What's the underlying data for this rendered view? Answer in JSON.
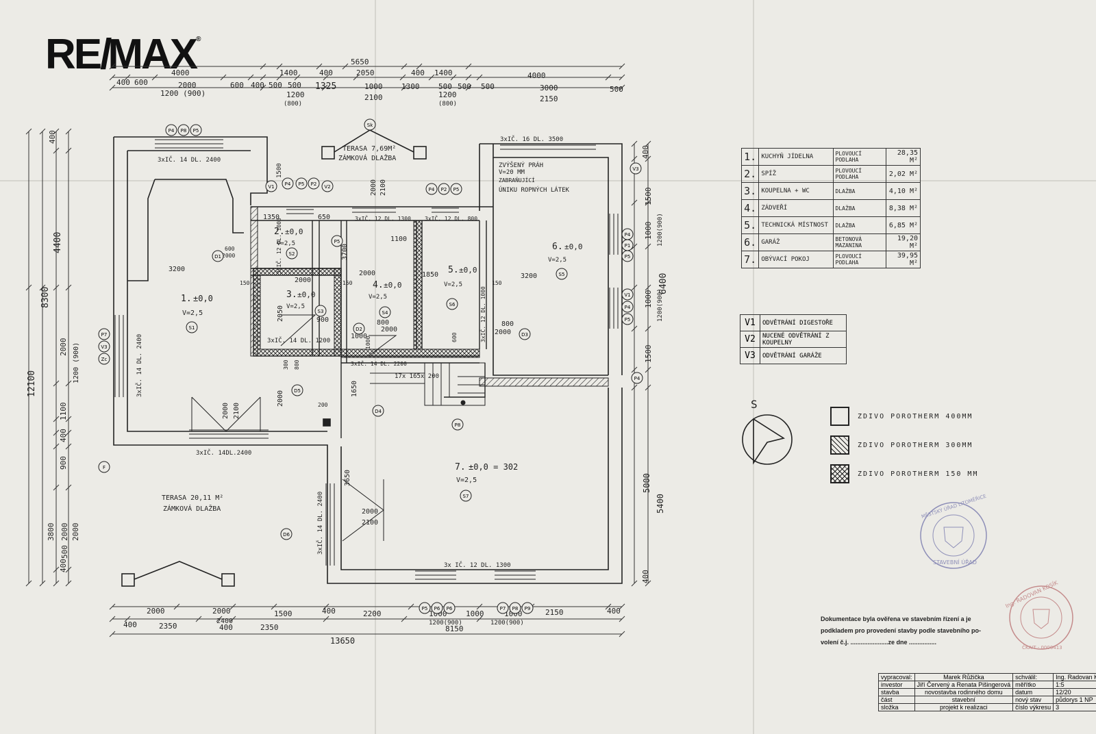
{
  "logo": {
    "text": "RE/MAX"
  },
  "dimensions": {
    "top_total": "5650",
    "top_row1": [
      "4000",
      "1400",
      "400",
      "2050",
      "400",
      "1400",
      "4000"
    ],
    "top_row2": [
      "400",
      "600",
      "2000",
      "600",
      "400",
      "500",
      "500",
      "1325",
      "1000",
      "1300",
      "500",
      "500",
      "500",
      "3000",
      "500"
    ],
    "top_row3": [
      "1200 (900)",
      "1200",
      "2100",
      "1200",
      "2150"
    ],
    "top_row4": [
      "(800)",
      "(800)"
    ],
    "bottom_row1": [
      "2000",
      "2000",
      "1500",
      "400",
      "2200",
      "1000",
      "1000",
      "1000",
      "2150",
      "400"
    ],
    "bottom_row2": [
      "400",
      "2350",
      "2400",
      "400",
      "2350",
      "1200(900)",
      "8150",
      "1200(900)"
    ],
    "bottom_total": "13650",
    "left": [
      "400",
      "4400",
      "8300",
      "12100",
      "2000",
      "1200 (900)",
      "1100",
      "400",
      "900",
      "3800",
      "2000",
      "2000",
      "400",
      "500"
    ],
    "right": [
      "400",
      "1500",
      "1000",
      "1200(900)",
      "6400",
      "1000",
      "1200(900)",
      "1500",
      "5000",
      "5400",
      "400"
    ]
  },
  "plan_labels": {
    "terrace_top": "TERASA 7,69M²",
    "terrace_top_sub": "ZÁMKOVÁ DLAŽBA",
    "terrace_left": "TERASA 20,11 M²",
    "terrace_left_sub": "ZÁMKOVÁ DLAŽBA",
    "raised_floor": [
      "ZVÝŠENÝ PRÁH",
      "V=20 MM",
      "ZABRAŇUJÍCÍ",
      "ÚNIKU ROPNÝCH LÁTEK"
    ],
    "windows": [
      "3xIČ. 14 DL. 2400",
      "3xIČ. 16 DL. 3500",
      "3xIČ. 12 DL. 1300",
      "3xIČ. 12 DL. 800",
      "3xIČ. 14 DL. 1200",
      "3xIČ. 14 DL. 2400",
      "3xIČ. 14DL.2400",
      "3x IČ. 12 DL. 1300",
      "3xIČ. 14 DL. 2400",
      "3xIČ. 14 DL. 2200",
      "3xIČ. 12 DL. 1000",
      "3xIČ. 12 DL. 1000"
    ],
    "stair": "17x 165x 200",
    "rooms": [
      {
        "num": "1.",
        "level": "±0,0",
        "v": "V=2,5"
      },
      {
        "num": "2.",
        "level": "±0,0",
        "v": "V=2,5"
      },
      {
        "num": "3.",
        "level": "±0,0",
        "v": "V=2,5"
      },
      {
        "num": "4.",
        "level": "±0,0",
        "v": "V=2,5"
      },
      {
        "num": "5.",
        "level": "±0,0",
        "v": "V=2,5"
      },
      {
        "num": "6.",
        "level": "±0,0",
        "v": "V=2,5"
      },
      {
        "num": "7.",
        "level": "±0,0 = 302",
        "v": "V=2,5"
      }
    ],
    "inner_dims": [
      "3200",
      "3200",
      "2000",
      "2000",
      "1850",
      "2050",
      "1350",
      "650",
      "3700",
      "1100",
      "800",
      "2000",
      "900",
      "1000",
      "800",
      "2000",
      "2000",
      "2000",
      "2100",
      "2000",
      "2100",
      "1650",
      "3650",
      "2000",
      "2100",
      "150",
      "150",
      "150",
      "200",
      "300",
      "800",
      "600",
      "600",
      "2000",
      "1000",
      "1500"
    ],
    "circle_marks": [
      "P4",
      "P8",
      "P5",
      "V1",
      "P4",
      "P5",
      "P2",
      "V2",
      "Sk",
      "P4",
      "P2",
      "P5",
      "V3",
      "P4",
      "P1",
      "P5",
      "S1",
      "S2",
      "S3",
      "S4",
      "S5",
      "S6",
      "S7",
      "D1",
      "D2",
      "D3",
      "D4",
      "D5",
      "D6",
      "F",
      "P5",
      "P6",
      "P6",
      "P7",
      "P8",
      "P9",
      "P7",
      "V3",
      "Zc"
    ]
  },
  "room_table": {
    "rows": [
      {
        "num": "1.",
        "name": "KUCHYŇ JÍDELNA",
        "floor": "PLOVOUCÍ PODLAHA",
        "area": "28,35 M²"
      },
      {
        "num": "2.",
        "name": "SPÍŽ",
        "floor": "PLOVOUCÍ PODLAHA",
        "area": "2,02 M²"
      },
      {
        "num": "3.",
        "name": "KOUPELNA + WC",
        "floor": "DLAŽBA",
        "area": "4,10 M²"
      },
      {
        "num": "4.",
        "name": "ZÁDVEŘÍ",
        "floor": "DLAŽBA",
        "area": "8,38 M²"
      },
      {
        "num": "5.",
        "name": "TECHNICKÁ MÍSTNOST",
        "floor": "DLAŽBA",
        "area": "6,85 M²"
      },
      {
        "num": "6.",
        "name": "GARÁŽ",
        "floor": "BETONOVÁ MAZANINA",
        "area": "19,20 M²"
      },
      {
        "num": "7.",
        "name": "OBÝVACÍ POKOJ",
        "floor": "PLOVOUCÍ PODLAHA",
        "area": "39,95 M²"
      }
    ]
  },
  "vent_table": {
    "rows": [
      {
        "num": "V1",
        "text": "ODVĚTRÁNÍ DIGESTOŘE"
      },
      {
        "num": "V2",
        "text": "NUCENÉ ODVĚTRÁNÍ Z KOUPELNY"
      },
      {
        "num": "V3",
        "text": "ODVĚTRÁNÍ GARÁŽE"
      }
    ]
  },
  "north": "S",
  "legend": [
    {
      "label": "ZDIVO POROTHERM 400MM"
    },
    {
      "label": "ZDIVO POROTHERM 300MM"
    },
    {
      "label": "ZDIVO POROTHERM 150 MM"
    }
  ],
  "stamp_city": "MĚSTSKÝ ÚŘAD LITOMĚŘICE",
  "stamp_city_sub": "STAVEBNÍ ÚŘAD",
  "stamp_eng": "Ing. RADOVAN KOSÍK",
  "stamp_eng_sub": "ČKAIT - 0000413",
  "verification": {
    "line1": "Dokumentace byla ověřena ve stavebním řízení a je",
    "line2": "podkladem pro provedení stavby podle stavebního po-",
    "line3": "volení č.j. ......................ze dne ................"
  },
  "title_block": {
    "rows": [
      [
        "vypracoval:",
        "Marek Růžička",
        "schválil:",
        "Ing. Radovan Kosí"
      ],
      [
        "investor",
        "Jiří Červený a Renata Pišingerová",
        "měřítko",
        "1:5"
      ],
      [
        "stavba",
        "novostavba rodinného domu",
        "datum",
        "12/20"
      ],
      [
        "část",
        "stavební",
        "nový stav",
        "půdorys 1 NP"
      ],
      [
        "složka",
        "projekt k realizaci",
        "číslo výkresu",
        "3"
      ]
    ]
  }
}
